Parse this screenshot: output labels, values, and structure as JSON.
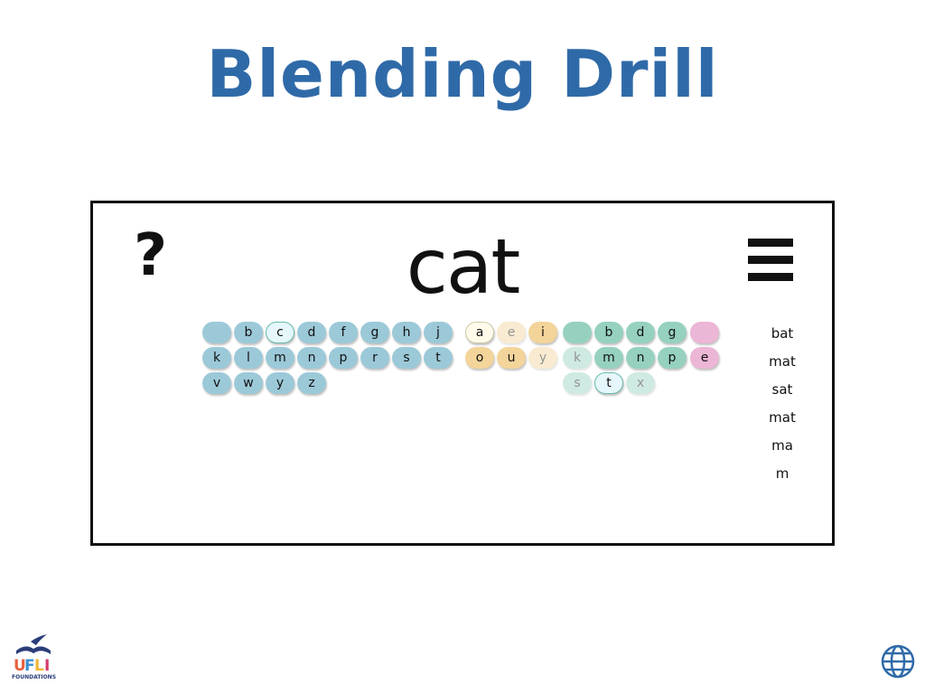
{
  "title": "Blending Drill",
  "word": "cat",
  "help_label": "?",
  "word_list": [
    "bat",
    "mat",
    "sat",
    "mat",
    "ma",
    "m"
  ],
  "colors": {
    "title": "#2f6aa8",
    "consonant": "#9cc9d8",
    "vowel": "#f3d49a",
    "digraph": "#96d1c0",
    "pink": "#ecb6d6"
  },
  "consonant_tiles": [
    {
      "l": "",
      "s": "n"
    },
    {
      "l": "b",
      "s": "n"
    },
    {
      "l": "c",
      "s": "sel"
    },
    {
      "l": "d",
      "s": "n"
    },
    {
      "l": "f",
      "s": "n"
    },
    {
      "l": "g",
      "s": "n"
    },
    {
      "l": "h",
      "s": "n"
    },
    {
      "l": "j",
      "s": "n"
    },
    {
      "l": "k",
      "s": "n"
    },
    {
      "l": "l",
      "s": "n"
    },
    {
      "l": "m",
      "s": "n"
    },
    {
      "l": "n",
      "s": "n"
    },
    {
      "l": "p",
      "s": "n"
    },
    {
      "l": "r",
      "s": "n"
    },
    {
      "l": "s",
      "s": "n"
    },
    {
      "l": "t",
      "s": "n"
    },
    {
      "l": "v",
      "s": "n"
    },
    {
      "l": "w",
      "s": "n"
    },
    {
      "l": "y",
      "s": "n"
    },
    {
      "l": "z",
      "s": "n"
    }
  ],
  "vowel_tiles": [
    {
      "l": "a",
      "s": "sel"
    },
    {
      "l": "e",
      "s": "faded"
    },
    {
      "l": "i",
      "s": "n"
    },
    {
      "l": "o",
      "s": "n"
    },
    {
      "l": "u",
      "s": "n"
    },
    {
      "l": "y",
      "s": "faded"
    }
  ],
  "final_tiles": [
    {
      "l": "",
      "s": "n"
    },
    {
      "l": "b",
      "s": "n"
    },
    {
      "l": "d",
      "s": "n"
    },
    {
      "l": "g",
      "s": "n"
    },
    {
      "l": "k",
      "s": "faded"
    },
    {
      "l": "m",
      "s": "n"
    },
    {
      "l": "n",
      "s": "n"
    },
    {
      "l": "p",
      "s": "n"
    },
    {
      "l": "s",
      "s": "faded"
    },
    {
      "l": "t",
      "s": "sel"
    },
    {
      "l": "x",
      "s": "faded"
    }
  ],
  "e_tiles": [
    {
      "l": "",
      "s": "n"
    },
    {
      "l": "e",
      "s": "n"
    }
  ],
  "logo_text": "UFLI FOUNDATIONS"
}
